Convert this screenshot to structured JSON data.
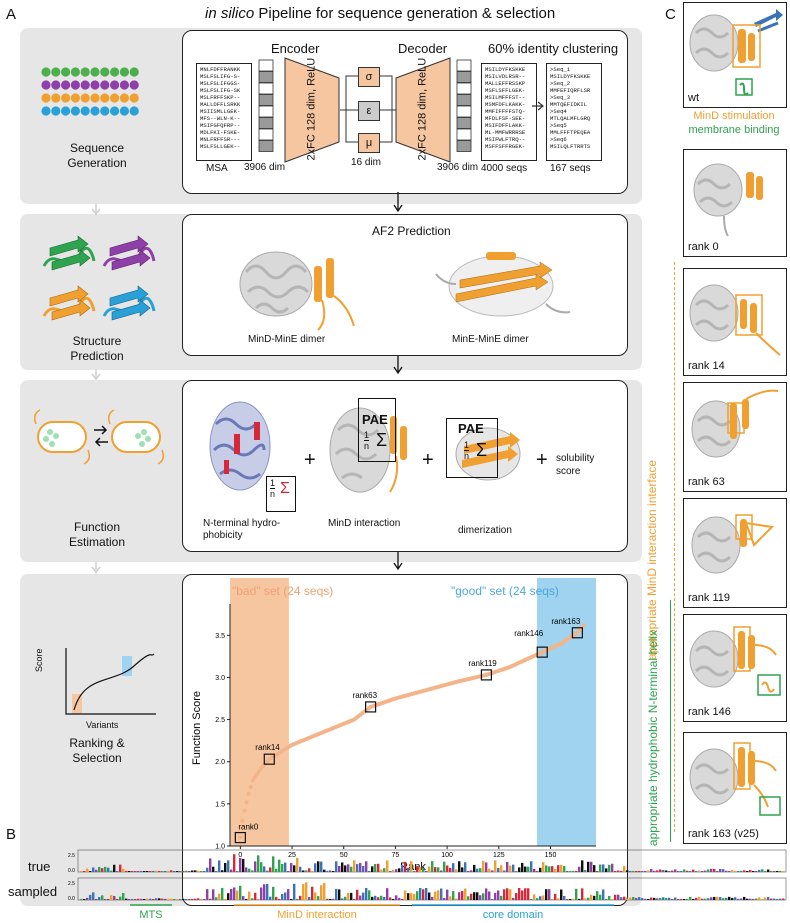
{
  "panels": {
    "a": "A",
    "b": "B",
    "c": "C"
  },
  "title_html_parts": {
    "italic": "in silico",
    "rest": " Pipeline for sequence generation & selection"
  },
  "rows": [
    {
      "label_1": "Sequence",
      "label_2": "Generation"
    },
    {
      "label_1": "Structure",
      "label_2": "Prediction"
    },
    {
      "label_1": "Function",
      "label_2": "Estimation"
    },
    {
      "label_1": "Ranking &",
      "label_2": "Selection"
    }
  ],
  "vae": {
    "encoder": "Encoder",
    "decoder": "Decoder",
    "layer_text": "2xFC 128 dim, ReLU",
    "sigma": "σ",
    "epsilon": "ε",
    "mu": "μ",
    "latent_dim": "16 dim",
    "msa_label": "MSA",
    "input_dim": "3906 dim",
    "output_dim": "3906 dim",
    "seqs_label": "4000 seqs",
    "clustering_title": "60% identity clustering",
    "clustered_label": "167 seqs",
    "msa_seqs": [
      "MNLFDFFRANKK",
      "MSLFSLIFG-S-",
      "MSLFSLIFGGS-",
      "MSLFSLIFG-SK",
      "MSLFRFFSKP--",
      "MALLDFFLSRKK",
      "MSIISMLLGEK-",
      "MFS--WLN-K--",
      "MSIFGFQFRP--",
      "MDLFKI-FSKE-",
      "MNLFRFFSR---",
      "MSLFSLLGEK--"
    ],
    "gen_seqs": [
      "MSILDYFKSKKE",
      "MSILVDLRSR--",
      "MALLEFFRSSKP",
      "MSFLSFFLGEK-",
      "MSILMFFFST--",
      "MSMFDFLKAKK-",
      "MMFIFFFFSTQ-",
      "MFDLFSF-SEE-",
      "MSIFDFFLAKK-",
      "ML-MMFWRRRSE",
      "MSIFWLFTRQ--",
      "MSFFSFFRGEK-"
    ],
    "clust_seqs": [
      ">Seq_1",
      "MSILDYFKSKKE",
      ">Seq_2",
      "MMFEFIQRFLSR",
      ">Seq_3",
      "MMTQEFIDKIL",
      ">Seq4",
      "MTLQALMFLGRQ",
      ">Seq5",
      "MMLFFFTPEQEA",
      ">Seq6",
      "MSILQLFTRRTS"
    ]
  },
  "af2": {
    "title": "AF2 Prediction",
    "left_label": "MinD-MinE dimer",
    "right_label": "MinE-MinE dimer"
  },
  "function": {
    "hydro_label_1": "N-terminal hydro-",
    "hydro_label_2": "phobicity",
    "mind_label": "MinD interaction",
    "dimer_label": "dimerization",
    "plus": "+",
    "pae": "PAE",
    "frac_num": "1",
    "frac_den": "n",
    "sum": "Σ",
    "solubility_1": "solubility",
    "solubility_2": "score"
  },
  "ranking_inset": {
    "ylabel": "Score",
    "xlabel": "Variants"
  },
  "chart_data": {
    "type": "scatter",
    "xlabel": "Rank",
    "ylabel": "Function Score",
    "xlim": [
      -5,
      172
    ],
    "ylim": [
      1.0,
      3.8
    ],
    "xticks": [
      0,
      25,
      50,
      75,
      100,
      125,
      150
    ],
    "yticks": [
      1.0,
      1.5,
      2.0,
      2.5,
      3.0,
      3.5
    ],
    "bad_set": {
      "label": "\"bad\" set (24 seqs)",
      "range": [
        -5,
        23.5
      ],
      "color": "#f6c6a1"
    },
    "good_set": {
      "label": "\"good\" set (24 seqs)",
      "range": [
        143.5,
        172
      ],
      "color": "#9fd3ef"
    },
    "point_color": "#f4b48a",
    "anchors": [
      [
        0,
        1.1
      ],
      [
        1,
        1.3
      ],
      [
        2,
        1.42
      ],
      [
        3,
        1.52
      ],
      [
        4,
        1.62
      ],
      [
        5,
        1.7
      ],
      [
        6,
        1.78
      ],
      [
        8,
        1.85
      ],
      [
        10,
        1.92
      ],
      [
        14,
        2.03
      ],
      [
        25,
        2.2
      ],
      [
        40,
        2.35
      ],
      [
        55,
        2.5
      ],
      [
        63,
        2.65
      ],
      [
        75,
        2.75
      ],
      [
        90,
        2.85
      ],
      [
        105,
        2.95
      ],
      [
        119,
        3.03
      ],
      [
        130,
        3.12
      ],
      [
        146,
        3.3
      ],
      [
        155,
        3.4
      ],
      [
        163,
        3.53
      ],
      [
        166,
        3.62
      ]
    ],
    "n_points": 167,
    "highlighted": [
      {
        "label": "rank0",
        "x": 0,
        "y": 1.1
      },
      {
        "label": "rank14",
        "x": 14,
        "y": 2.03
      },
      {
        "label": "rank63",
        "x": 63,
        "y": 2.65
      },
      {
        "label": "rank119",
        "x": 119,
        "y": 3.03
      },
      {
        "label": "rank146",
        "x": 146,
        "y": 3.3
      },
      {
        "label": "rank163",
        "x": 163,
        "y": 3.53
      }
    ]
  },
  "logo": {
    "true_label": "true",
    "sampled_label": "sampled",
    "ytick_top": "2.5",
    "ytick_bottom": "0.0",
    "regions": [
      {
        "label": "MTS",
        "color": "#2ea44f"
      },
      {
        "label": "MinD interaction",
        "color": "#f0a030"
      },
      {
        "label": "core domain",
        "color": "#2aa0d8"
      }
    ]
  },
  "panel_c": {
    "legend_1": "MinD stimulation",
    "legend_2": "membrane binding",
    "wt": "wt",
    "ranks": [
      "rank 0",
      "rank 14",
      "rank 63",
      "rank 119",
      "rank 146",
      "rank 163 (v25)"
    ],
    "side_orange": "appropriate MinD interaction interface",
    "side_green": "appropriate hydrophobic N-terminal helix"
  },
  "colors": {
    "orange": "#f0a030",
    "green": "#2ea44f",
    "blue": "#3b73b9",
    "purple": "#8e3fa8",
    "peach": "#f5c6a0",
    "gray_panel": "#e6e6e6",
    "gray_block": "#9a9a9a"
  }
}
